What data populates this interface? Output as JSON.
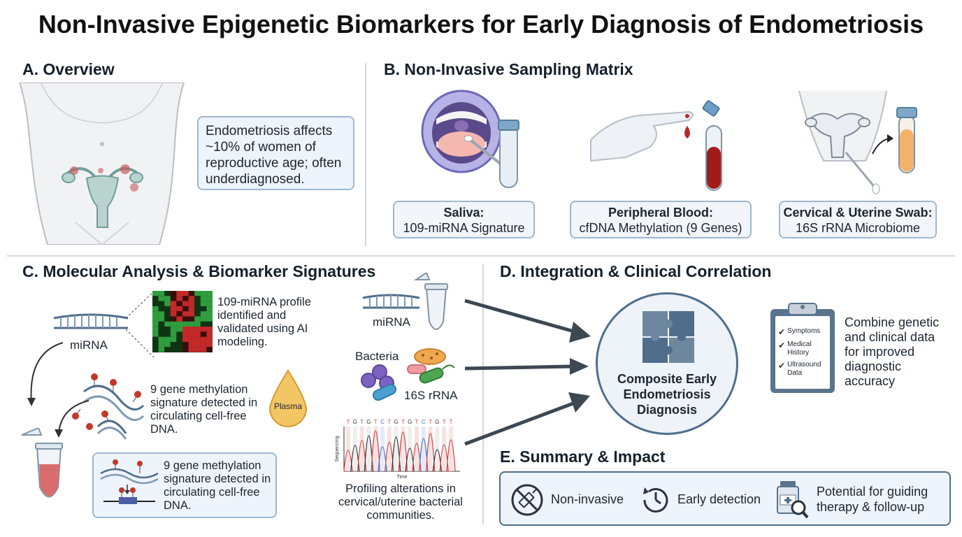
{
  "title": "Non-Invasive Epigenetic Biomarkers for Early Diagnosis of Endometriosis",
  "sections": {
    "a": {
      "title": "A. Overview",
      "text": "Endometriosis affects ~10% of women of reproductive age; often underdiagnosed."
    },
    "b": {
      "title": "B. Non-Invasive Sampling Matrix",
      "saliva": {
        "title": "Saliva:",
        "detail": "109-miRNA Signature"
      },
      "blood": {
        "title": "Peripheral Blood:",
        "detail": "cfDNA Methylation (9 Genes)"
      },
      "swab": {
        "title": "Cervical & Uterine Swab:",
        "detail": "16S rRNA Microbiome"
      }
    },
    "c": {
      "title": "C. Molecular Analysis & Biomarker Signatures",
      "mirna_label": "miRNA",
      "mirna_text": "109-miRNA profile identified and validated using AI modeling.",
      "methylation_text": "9 gene methylation signature detected in circulating cell-free DNA.",
      "plasma_label": "Plasma",
      "methylation_box_text": "9 gene methylation signature detected in circulating cell-free DNA.",
      "input_mirna": "miRNA",
      "input_bacteria": "Bacteria",
      "input_16s": "16S rRNA",
      "seq_bases": "TGTGTCTGTGTCTGTT",
      "seq_ylabel": "Sequencing",
      "seq_xlabel": "Time",
      "profiling_text": "Profiling alterations in cervical/uterine bacterial communities."
    },
    "d": {
      "title": "D. Integration & Clinical Correlation",
      "diagnosis": "Composite Early Endometriosis Diagnosis",
      "checklist": [
        "Symptoms",
        "Medical History",
        "Ultrasound Data"
      ],
      "clinical_text": "Combine genetic and clinical data for improved diagnostic accuracy"
    },
    "e": {
      "title": "E. Summary & Impact",
      "items": [
        "Non-invasive",
        "Early detection",
        "Potential for guiding therapy & follow-up"
      ]
    }
  },
  "colors": {
    "accent_blue": "#4f6e8c",
    "box_fill": "#eef4fb",
    "box_border": "#9fb7cf",
    "red": "#c0392b",
    "green": "#2e9e3e"
  }
}
